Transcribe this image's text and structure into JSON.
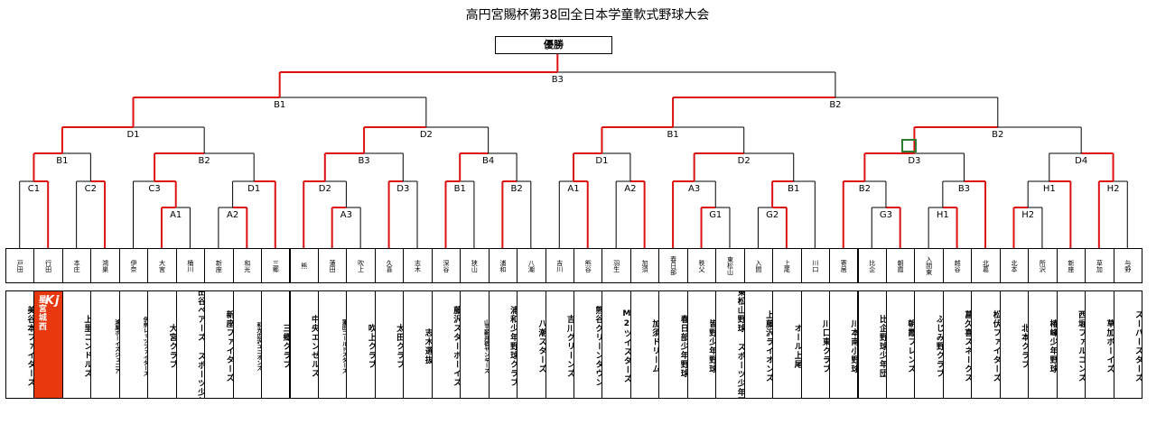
{
  "title": "高円宮賜杯第38回全日本学童軟式野球大会",
  "champion_label": "優勝",
  "colors": {
    "win": "#dd1111",
    "line": "#000000",
    "highlight": "#e8380d",
    "marker": "#2e7d32"
  },
  "round_labels": {
    "final": "B3",
    "semis": [
      "B1",
      "B2"
    ],
    "quarters": [
      "D1",
      "D2",
      "B1",
      "B2"
    ],
    "r16": [
      "B1",
      "B2",
      "B3",
      "B4",
      "D1",
      "D2",
      "D3",
      "D4"
    ],
    "r32": [
      "C1",
      "C2",
      "C3",
      "D1",
      "D2",
      "D3",
      "B1",
      "B2",
      "A1",
      "A2",
      "A3",
      "B1",
      "B2",
      "B3",
      "H1",
      "H2"
    ],
    "r1": [
      "A1",
      "A2",
      "A3",
      "G1",
      "G2",
      "G3",
      "H1",
      "H2"
    ]
  },
  "regions": [
    "戸田",
    "行田",
    "本庄",
    "鴻巣",
    "伊奈",
    "大宮",
    "桶川",
    "新座",
    "和光",
    "三郷",
    "熊",
    "蓮田",
    "吹上",
    "久喜",
    "志木",
    "深谷",
    "狭山",
    "浦和",
    "八潮",
    "吉川",
    "熊谷",
    "羽生",
    "加須",
    "春日部",
    "秩父",
    "東松山",
    "入間",
    "上尾",
    "川口",
    "寄居",
    "比企",
    "朝霞",
    "入間東",
    "越谷",
    "北葛",
    "北本",
    "所沢",
    "新座",
    "草加",
    "与野"
  ],
  "teams": [
    "美谷本ファイターズ",
    "星宮城西",
    "上里コンドルズ",
    "鴻巣ボーイズジュニア",
    "伊奈レッツファイターズ",
    "大宮クラブ",
    "川田谷ベアーズ スポーツ少年団",
    "新座ファイターズ",
    "和光広沢ユニオンズ",
    "三郷クラブ",
    "中央エンゼルス",
    "蓮田ゴールドスターズ",
    "吹上クラブ",
    "太田クラブ",
    "志木選抜",
    "藤沢スターボーイズ",
    "山王新井宿ヤンキース",
    "浦和少年野球クラブ",
    "八潮スターズ",
    "吉川グリーンズ",
    "熊谷グリーンタウン",
    "M2ツイスターズ",
    "加須ドリーム",
    "春日部少年野球",
    "皆野少年野球",
    "東松山野球 スポーツ少年団",
    "上藤沢ライオンズ",
    "オール上尾",
    "川口東クラブ",
    "川本南小野球",
    "比企野球少年団",
    "朝霞フレンズ",
    "ふじみ野クラブ",
    "菖久喜スネークス",
    "松伏ファイターズ",
    "北本クラブ",
    "椿峰少年野球",
    "西堀ファルコンズ",
    "草加ボーイズ",
    "スーパースターズ"
  ],
  "highlight_logo": "Kj"
}
